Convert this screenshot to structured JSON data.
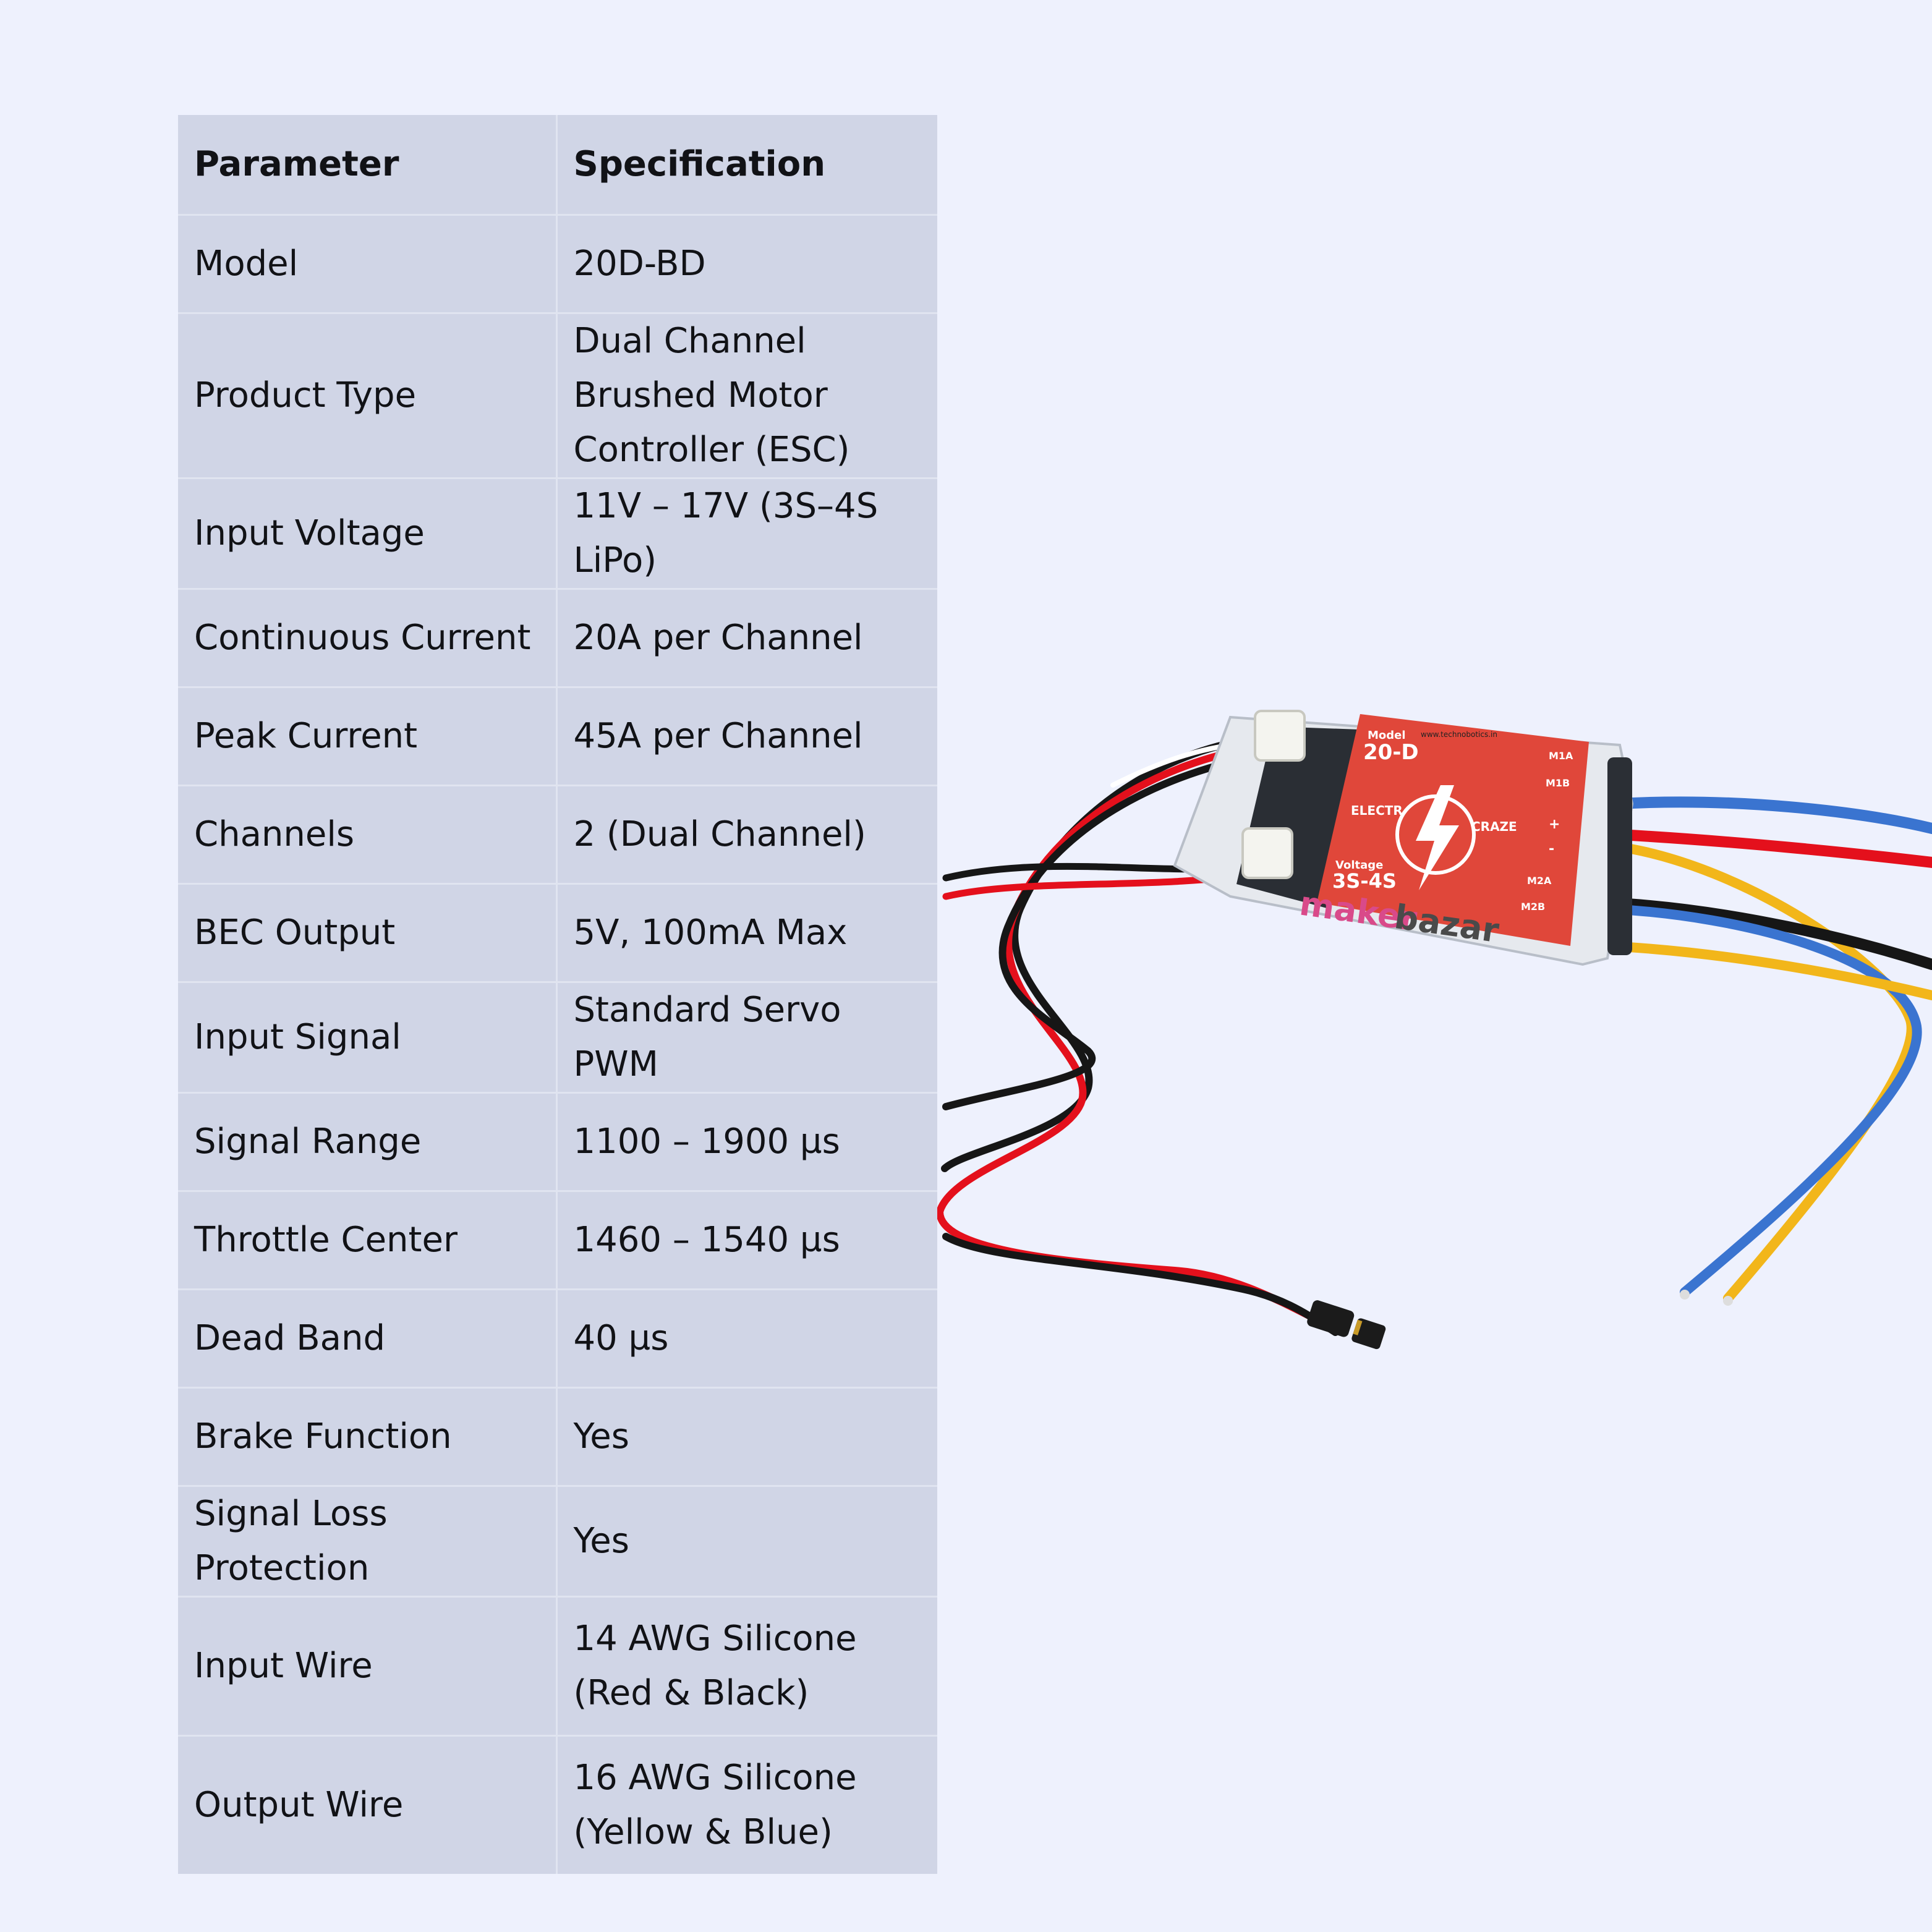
{
  "table": {
    "header": {
      "parameter": "Parameter",
      "specification": "Specification"
    },
    "rows": [
      {
        "parameter": "Model",
        "value": "20D-BD"
      },
      {
        "parameter": "Product Type",
        "value": "Dual Channel Brushed Motor Controller (ESC)"
      },
      {
        "parameter": "Input Voltage",
        "value": "11V – 17V (3S–4S LiPo)"
      },
      {
        "parameter": "Continuous Current",
        "value": "20A per Channel"
      },
      {
        "parameter": "Peak Current",
        "value": "45A per Channel"
      },
      {
        "parameter": "Channels",
        "value": "2 (Dual Channel)"
      },
      {
        "parameter": "BEC Output",
        "value": "5V, 100mA Max"
      },
      {
        "parameter": "Input Signal",
        "value": "Standard Servo PWM"
      },
      {
        "parameter": "Signal Range",
        "value": "1100 – 1900 µs"
      },
      {
        "parameter": "Throttle Center",
        "value": "1460 – 1540 µs"
      },
      {
        "parameter": "Dead Band",
        "value": "40 µs"
      },
      {
        "parameter": "Brake Function",
        "value": "Yes"
      },
      {
        "parameter": "Signal Loss Protection",
        "value": "Yes"
      },
      {
        "parameter": "Input Wire",
        "value": "14 AWG Silicone (Red & Black)"
      },
      {
        "parameter": "Output Wire",
        "value": "16 AWG Silicone (Yellow & Blue)"
      }
    ]
  },
  "product_image": {
    "label_model_caption": "Model",
    "label_model": "20-D",
    "label_brand_left": "ELECTR",
    "label_brand_right": "CRAZE",
    "label_voltage_caption": "Voltage",
    "label_voltage": "3S-4S",
    "label_m1a": "M1A",
    "label_m1b": "M1B",
    "label_m2a": "M2A",
    "label_m2b": "M2B",
    "label_plus": "+",
    "label_minus": "-",
    "url": "www.technobotics.in",
    "watermark_a": "maker",
    "watermark_b": "bazar",
    "colors": {
      "label_red": "#e0473a",
      "wire_red": "#e4101c",
      "wire_black": "#161616",
      "wire_blue": "#3a74d0",
      "wire_yellow": "#f2b61a"
    }
  }
}
